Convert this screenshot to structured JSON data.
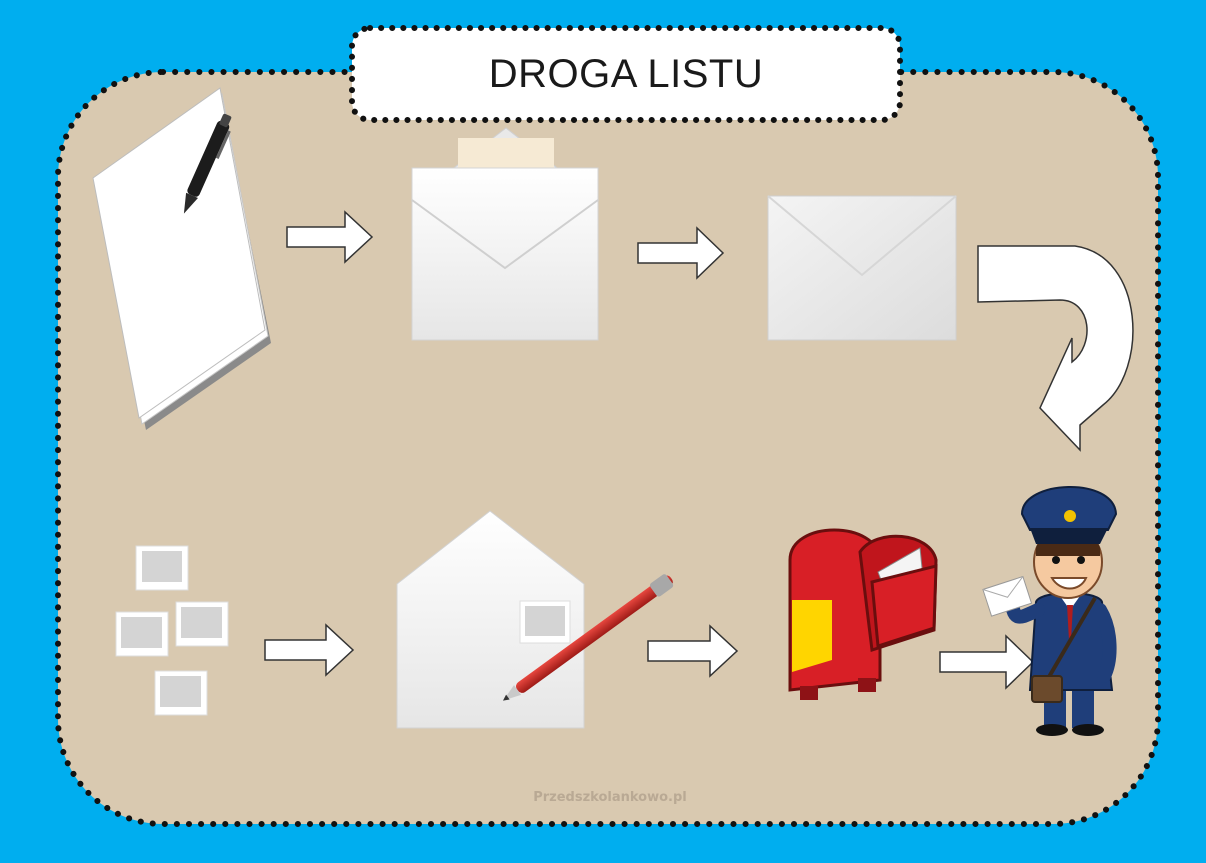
{
  "title": "DROGA LISTU",
  "watermark": "Przedszkolankowo.pl",
  "colors": {
    "background": "#00aeef",
    "board": "#d9c9b0",
    "dots": "#111111",
    "mailbox_red": "#d81f26",
    "mailbox_stripe": "#ffd500",
    "postman_uniform": "#1f3e7a"
  },
  "steps": [
    {
      "order": 1,
      "icon": "paper-and-pen-icon"
    },
    {
      "order": 2,
      "icon": "open-envelope-icon"
    },
    {
      "order": 3,
      "icon": "sealed-envelope-icon"
    },
    {
      "order": 4,
      "icon": "stamps-icon"
    },
    {
      "order": 5,
      "icon": "addressed-envelope-icon"
    },
    {
      "order": 6,
      "icon": "mailbox-icon"
    },
    {
      "order": 7,
      "icon": "postman-icon"
    }
  ]
}
